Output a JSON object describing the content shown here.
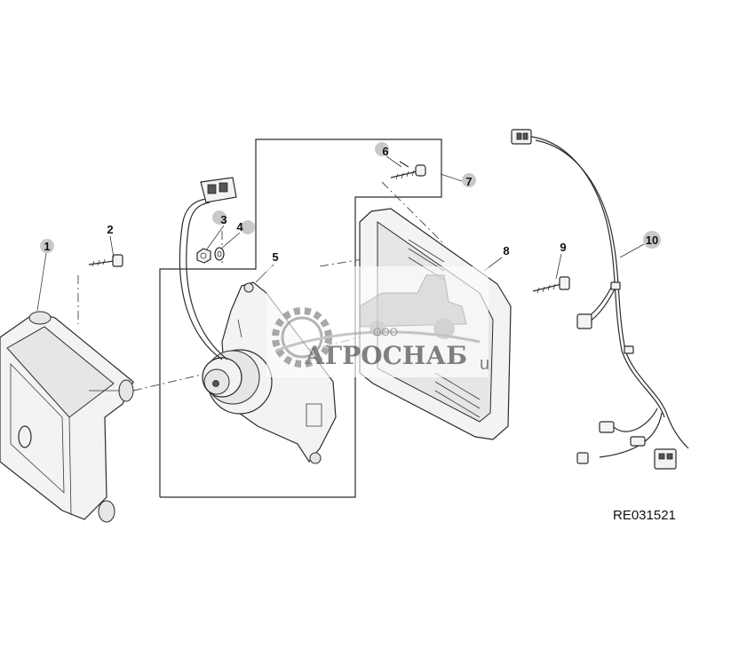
{
  "diagram": {
    "reference_code": "RE031521",
    "callouts": [
      {
        "id": "1",
        "label": "1"
      },
      {
        "id": "2",
        "label": "2"
      },
      {
        "id": "3",
        "label": "3"
      },
      {
        "id": "4",
        "label": "4"
      },
      {
        "id": "5",
        "label": "5"
      },
      {
        "id": "6",
        "label": "6"
      },
      {
        "id": "7",
        "label": "7"
      },
      {
        "id": "8",
        "label": "8"
      },
      {
        "id": "9",
        "label": "9"
      },
      {
        "id": "10",
        "label": "10"
      }
    ]
  },
  "watermark": {
    "company_type": "ООО",
    "brand": "АГРОСНАБ",
    "suffix": "u"
  }
}
